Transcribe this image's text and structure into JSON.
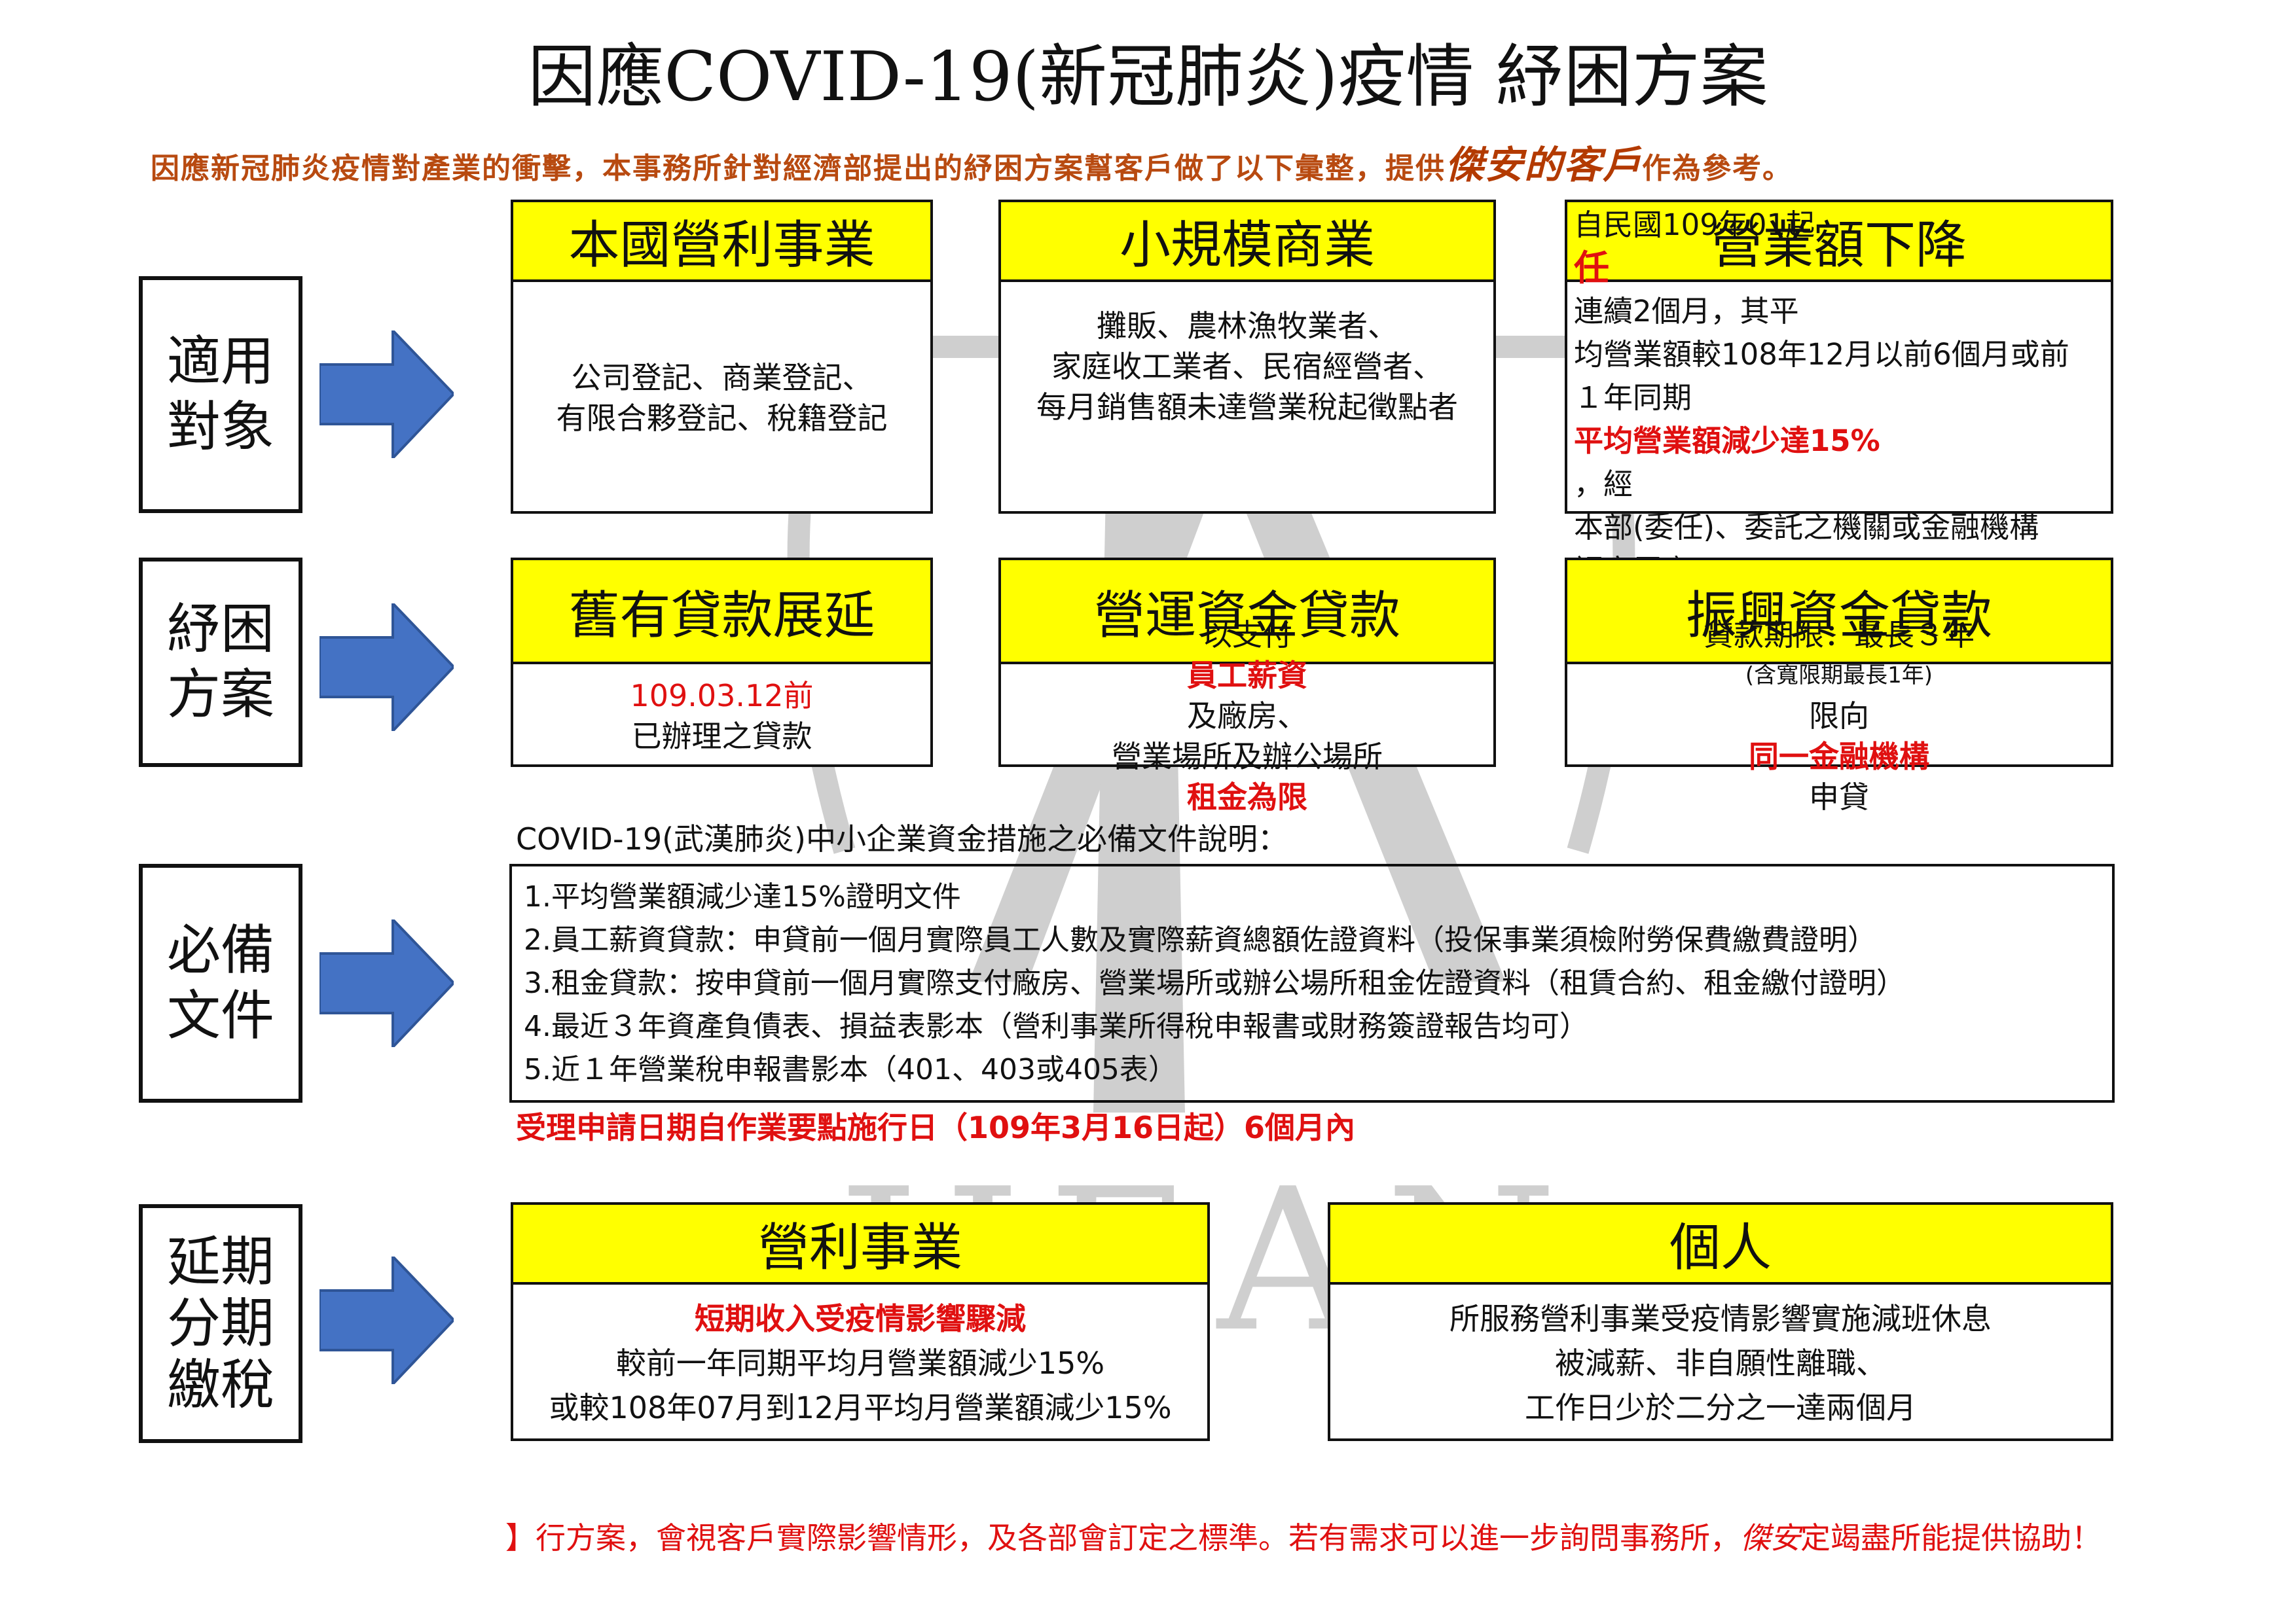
{
  "title": "因應COVID-19(新冠肺炎)疫情 紓困方案",
  "intro": {
    "before": "因應新冠肺炎疫情對產業的衝擊，本事務所針對經濟部提出的紓困方案幫客戶做了以下彙整，提供",
    "emphasis": "傑安的客戶",
    "after": "作為參考。"
  },
  "watermark": {
    "text": "JIEAN",
    "color": "#c8c8c8"
  },
  "arrow_color": "#4472c4",
  "sections": {
    "eligibility": {
      "label_lines": [
        "適用",
        "對象"
      ],
      "boxes": [
        {
          "title": "本國營利事業",
          "lines": [
            "公司登記、商業登記、",
            "有限合夥登記、稅籍登記"
          ]
        },
        {
          "title": "小規模商業",
          "lines": [
            "攤販、農林漁牧業者、",
            "家庭收工業者、民宿經營者、",
            "每月銷售額未達營業稅起徵點者"
          ]
        },
        {
          "title": "營業額下降",
          "l1a": "自民國109年01起",
          "l1b": "任",
          "l1c": "連續2個月，其平",
          "l2": "均營業額較108年12月以前6個月或前",
          "l3a": "１年同期",
          "l3b": "平均營業額減少達15%",
          "l3c": "，經",
          "l4": "本部(委任)、委託之機關或金融機構",
          "l5": "認定屬實。"
        }
      ]
    },
    "relief": {
      "label_lines": [
        "紓困",
        "方案"
      ],
      "boxes": [
        {
          "title": "舊有貸款展延",
          "l1a": "109.03.12前",
          "l1b": "已辦理之貸款"
        },
        {
          "title": "營運資金貸款",
          "l1a": "以支付",
          "l1b": "員工薪資",
          "l1c": "及廠房、",
          "l2a": "營業場所及辦公場所",
          "l2b": "租金為限"
        },
        {
          "title": "振興資金貸款",
          "l1a": "貸款期限：最長３年",
          "l1b": "(含寬限期最長1年)",
          "l2a": "限向",
          "l2b": "同一金融機構",
          "l2c": "申貸"
        }
      ]
    },
    "documents": {
      "label_lines": [
        "必備",
        "文件"
      ],
      "heading": "COVID-19(武漢肺炎)中小企業資金措施之必備文件說明：",
      "items": [
        "1.平均營業額減少達15%證明文件",
        "2.員工薪資貸款：申貸前一個月實際員工人數及實際薪資總額佐證資料（投保事業須檢附勞保費繳費證明）",
        "3.租金貸款：按申貸前一個月實際支付廠房、營業場所或辦公場所租金佐證資料（租賃合約、租金繳付證明）",
        "4.最近３年資產負債表、損益表影本（營利事業所得稅申報書或財務簽證報告均可）",
        "5.近１年營業稅申報書影本（401、403或405表）"
      ],
      "deadline": "受理申請日期自作業要點施行日（109年3月16日起）6個月內"
    },
    "tax": {
      "label_lines": [
        "延期",
        "分期",
        "繳稅"
      ],
      "boxes": [
        {
          "title": "營利事業",
          "lines_red": "短期收入受疫情影響驟減",
          "lines": [
            "較前一年同期平均月營業額減少15%",
            "或較108年07月到12月平均月營業額減少15%"
          ]
        },
        {
          "title": "個人",
          "lines": [
            "所服務營利事業受疫情影響實施減班休息",
            "被減薪、非自願性離職、",
            "工作日少於二分之一達兩個月"
          ]
        }
      ]
    }
  },
  "footer": {
    "a": "】行方案，會視客戶實際影響情形，及各部會訂定之標準。若有需求可以進一步詢問事務所，",
    "b": "傑安",
    "c": "定竭盡所能提供協助！"
  }
}
